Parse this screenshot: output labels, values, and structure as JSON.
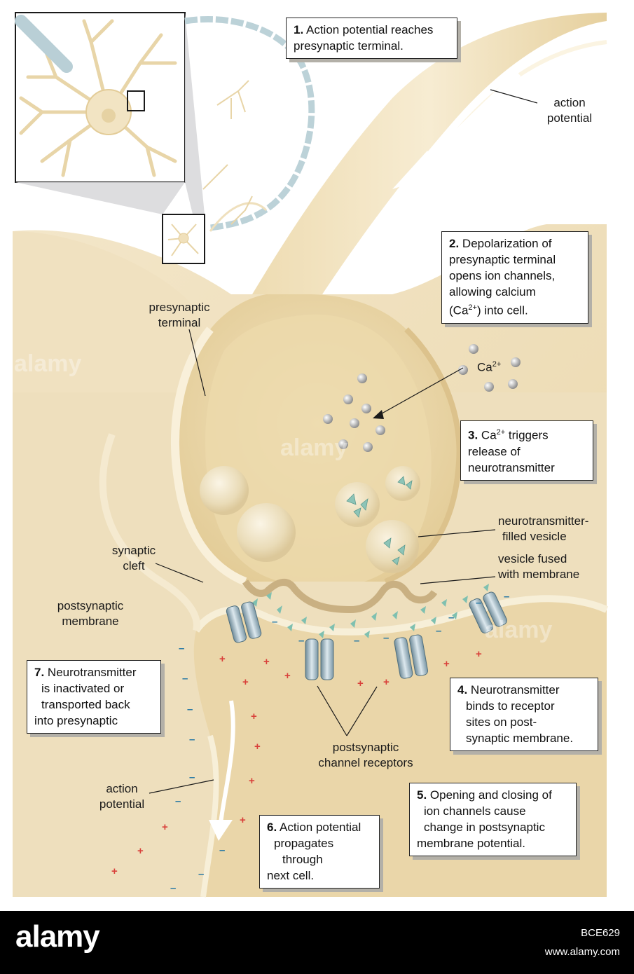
{
  "steps": {
    "s1": {
      "num": "1.",
      "text": "Action potential reaches",
      "line2": "presynaptic terminal."
    },
    "s2": {
      "num": "2.",
      "text": "Depolarization of",
      "line2": "presynaptic terminal",
      "line3": "opens ion channels,",
      "line4": "allowing calcium",
      "line5_pre": "(Ca",
      "line5_sup": "2+",
      "line5_post": ") into cell."
    },
    "s3": {
      "num": "3.",
      "text_pre": "Ca",
      "text_sup": "2+",
      "text_post": " triggers",
      "line2": "release of",
      "line3": "neurotransmitter"
    },
    "s4": {
      "num": "4.",
      "text": "Neurotransmitter",
      "line2": "binds to receptor",
      "line3": "sites on post-",
      "line4": "synaptic membrane."
    },
    "s5": {
      "num": "5.",
      "text": "Opening and closing of",
      "line2": "ion channels cause",
      "line3": "change in postsynaptic",
      "line4": "membrane potential."
    },
    "s6": {
      "num": "6.",
      "text": "Action potential",
      "line2": "propagates",
      "line3": "through",
      "line4": "next cell."
    },
    "s7": {
      "num": "7.",
      "text": "Neurotransmitter",
      "line2": "is inactivated or",
      "line3": "transported back",
      "line4": "into presynaptic"
    }
  },
  "labels": {
    "action_potential_top_1": "action",
    "action_potential_top_2": "potential",
    "presynaptic_terminal_1": "presynaptic",
    "presynaptic_terminal_2": "terminal",
    "ca_label": "Ca",
    "ca_sup": "2+",
    "nt_vesicle_1": "neurotransmitter-",
    "nt_vesicle_2": "filled vesicle",
    "vesicle_fused_1": "vesicle fused",
    "vesicle_fused_2": "with membrane",
    "synaptic_cleft_1": "synaptic",
    "synaptic_cleft_2": "cleft",
    "postsynaptic_membrane_1": "postsynaptic",
    "postsynaptic_membrane_2": "membrane",
    "channel_receptors_1": "postsynaptic",
    "channel_receptors_2": "channel receptors",
    "action_potential_bottom_1": "action",
    "action_potential_bottom_2": "potential"
  },
  "signs": {
    "plus": "+",
    "minus": "–"
  },
  "footer": {
    "logo": "alamy",
    "image_id": "BCE629",
    "url": "www.alamy.com"
  },
  "watermark": "alamy",
  "colors": {
    "cell_fill": "#f1e4c4",
    "cell_dark": "#e3cf9f",
    "membrane_blue": "#a7c6cf",
    "plus": "#d9403a",
    "minus": "#2a7aa5",
    "calcium_ion": "#a9a9a9",
    "neurotransmitter": "#6fb3a4",
    "footer_bg": "#000000"
  }
}
